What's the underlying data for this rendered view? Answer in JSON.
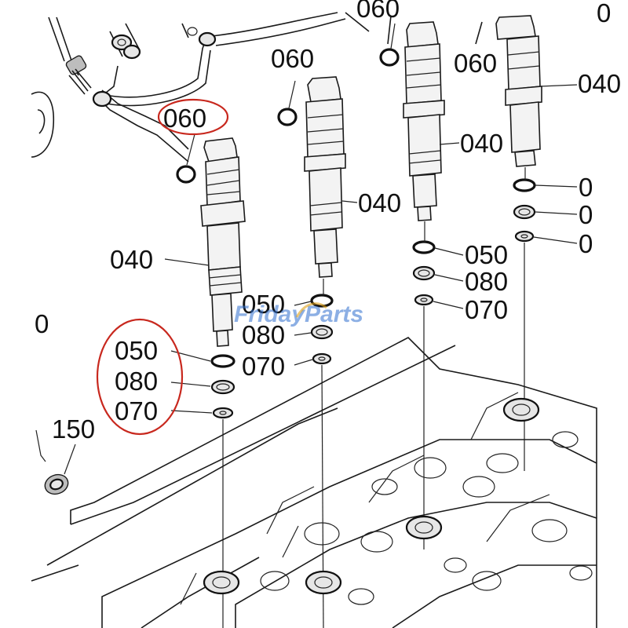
{
  "diagram": {
    "labels": [
      "060",
      "060",
      "060",
      "060",
      "040",
      "040",
      "040",
      "040",
      "050",
      "080",
      "070",
      "050",
      "080",
      "070",
      "050",
      "080",
      "070",
      "150",
      "0",
      "0",
      "0",
      "0",
      "0"
    ],
    "watermark": {
      "part1": "Friday",
      "part2": "Parts"
    },
    "highlight_color": "#c8281e",
    "watermark_color": "#2f6fcf",
    "watermark_accent": "#e0a11b"
  }
}
